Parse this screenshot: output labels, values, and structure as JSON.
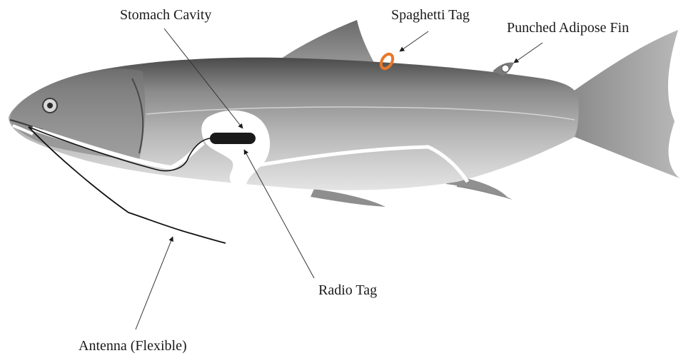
{
  "labels": {
    "stomach_cavity": "Stomach Cavity",
    "spaghetti_tag": "Spaghetti Tag",
    "punched_adipose_fin": "Punched Adipose Fin",
    "radio_tag": "Radio Tag",
    "antenna": "Antenna (Flexible)"
  },
  "colors": {
    "background": "#ffffff",
    "fish_body": "#9a9a9a",
    "fish_dark": "#5a5a5a",
    "fish_light": "#d8d8d8",
    "spaghetti_tag": "#e8782a",
    "radio_tag": "#1a1a1a",
    "leader_lines": "#2a2a2a"
  }
}
